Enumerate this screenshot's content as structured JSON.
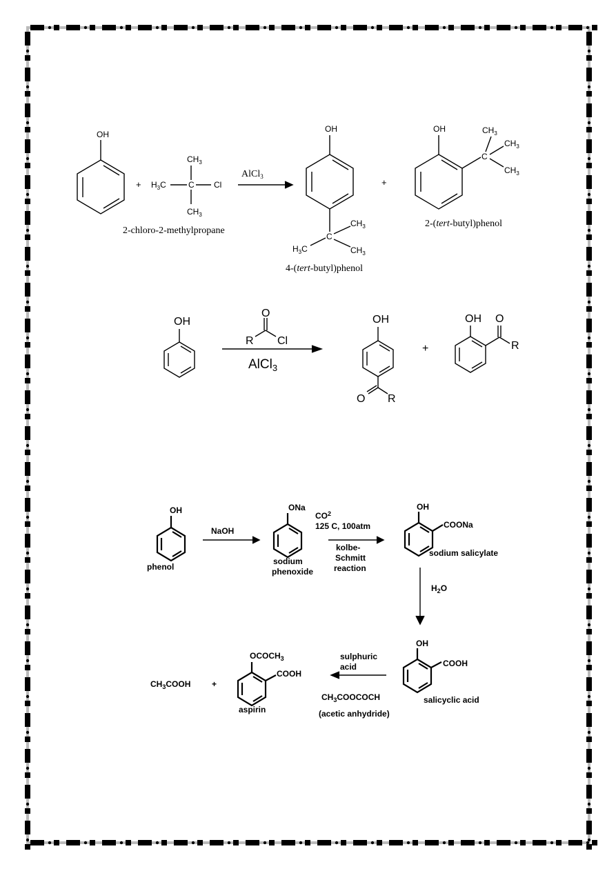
{
  "reaction1": {
    "reactant_oh": "OH",
    "reagent_ch3_top": "CH",
    "reagent_ch3_bottom": "CH",
    "reagent_h3c": "H",
    "reagent_c": "C",
    "reagent_cl": "Cl",
    "reagent_name": "2-chloro-2-methylpropane",
    "plus1": "+",
    "catalyst": "AlCl",
    "plus2": "+",
    "para_oh": "OH",
    "para_c": "C",
    "para_ch3_right": "CH",
    "para_ch3_low": "CH",
    "para_h3c": "H",
    "para_name_prefix": "4-(",
    "para_name_italic": "tert",
    "para_name_suffix": "-butyl)phenol",
    "ortho_oh": "OH",
    "ortho_c": "C",
    "ortho_ch3_a": "CH",
    "ortho_ch3_b": "CH",
    "ortho_ch3_c": "CH",
    "ortho_name_prefix": "2-(",
    "ortho_name_italic": "tert",
    "ortho_name_suffix": "-butyl)phenol",
    "sub3": "3"
  },
  "reaction2": {
    "reactant_oh": "OH",
    "acyl_o": "O",
    "acyl_r": "R",
    "acyl_cl": "Cl",
    "catalyst": "AlCl",
    "sub3": "3",
    "para_oh": "OH",
    "para_o": "O",
    "para_r": "R",
    "plus": "+",
    "ortho_oh": "OH",
    "ortho_o": "O",
    "ortho_r": "R"
  },
  "kolbe": {
    "phenol_oh": "OH",
    "phenol_label": "phenol",
    "naoh": "NaOH",
    "phenoxide_ona": "ONa",
    "phenoxide_label1": "sodium",
    "phenoxide_label2": "phenoxide",
    "co2": "CO",
    "co2_sub": "2",
    "conditions": "125  C, 100atm",
    "name1": "kolbe-",
    "name2": "Schmitt",
    "name3": "reaction",
    "salicylate_oh": "OH",
    "salicylate_coona": "COONa",
    "salicylate_label": "sodium salicylate",
    "water_h": "H",
    "water_sub": "2",
    "water_o": "O",
    "salicylic_oh": "OH",
    "salicylic_cooh": "COOH",
    "salicylic_label": "salicyclic acid",
    "sulph1": "sulphuric",
    "sulph2": "acid",
    "anhydride_a": "CH",
    "anhydride_sub": "3",
    "anhydride_b": "COOCOCH",
    "anhydride_label": "(acetic anhydride)",
    "aspirin_top_a": "OCOCH",
    "aspirin_top_sub": "3",
    "aspirin_cooh": "COOH",
    "aspirin_label": "aspirin",
    "plus": "+",
    "acetic_a": "CH",
    "acetic_sub": "3",
    "acetic_b": "COOH"
  }
}
